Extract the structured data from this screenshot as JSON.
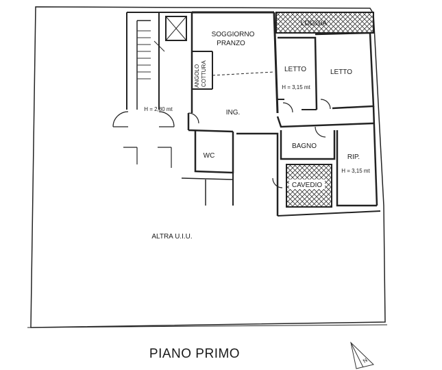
{
  "rooms": {
    "soggiorno": "SOGGIORNO",
    "pranzo": "PRANZO",
    "angolo": "ANGOLO",
    "cottura": "COTTURA",
    "loggia": "LOGGIA",
    "letto_1": "LETTO",
    "letto_2": "LETTO",
    "ing": "ING.",
    "wc": "WC",
    "bagno": "BAGNO",
    "rip": "RIP.",
    "cavedio": "CAVEDIO",
    "altra_uiu": "ALTRA U.I.U."
  },
  "heights": {
    "stair": "H = 2,80 mt",
    "letto": "H = 3,15 mt",
    "rip": "H = 3,15 mt"
  },
  "floor_title": "PIANO PRIMO",
  "north_label": "N"
}
